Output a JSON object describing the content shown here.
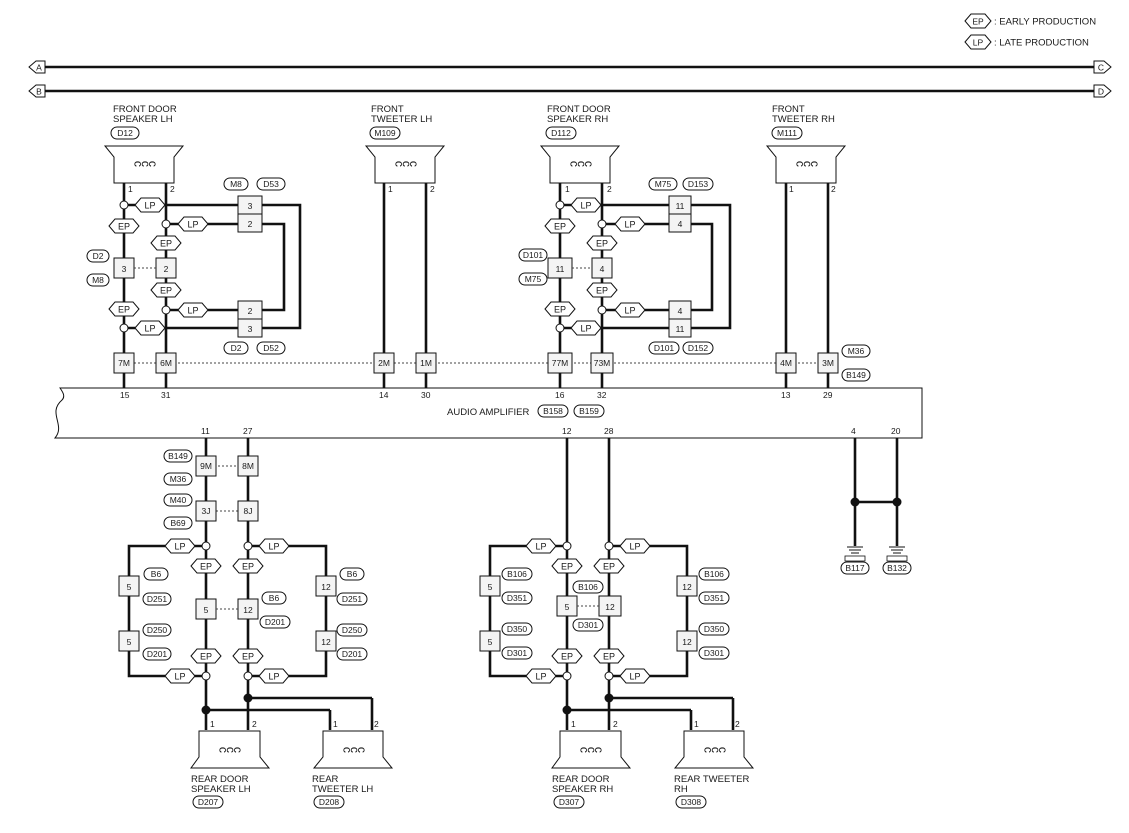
{
  "legend": [
    {
      "code": "EP",
      "text": ": EARLY PRODUCTION"
    },
    {
      "code": "LP",
      "text": ": LATE PRODUCTION"
    }
  ],
  "buses": [
    {
      "left": "A",
      "right": "C"
    },
    {
      "left": "B",
      "right": "D"
    }
  ],
  "amplifier": {
    "label": "AUDIO AMPLIFIER",
    "connectors": [
      "B158",
      "B159"
    ]
  },
  "speakers": {
    "front_door_lh": {
      "name": [
        "FRONT DOOR",
        "SPEAKER LH"
      ],
      "conn": "D12",
      "pins": [
        "1",
        "2"
      ]
    },
    "front_tweeter_lh": {
      "name": [
        "FRONT",
        "TWEETER LH"
      ],
      "conn": "M109",
      "pins": [
        "1",
        "2"
      ]
    },
    "front_door_rh": {
      "name": [
        "FRONT DOOR",
        "SPEAKER RH"
      ],
      "conn": "D112",
      "pins": [
        "1",
        "2"
      ]
    },
    "front_tweeter_rh": {
      "name": [
        "FRONT",
        "TWEETER RH"
      ],
      "conn": "M111",
      "pins": [
        "1",
        "2"
      ]
    },
    "rear_door_lh": {
      "name": [
        "REAR DOOR",
        "SPEAKER LH"
      ],
      "conn": "D207",
      "pins": [
        "1",
        "2"
      ]
    },
    "rear_tweeter_lh": {
      "name": [
        "REAR",
        "TWEETER LH"
      ],
      "conn": "D208",
      "pins": [
        "1",
        "2"
      ]
    },
    "rear_door_rh": {
      "name": [
        "REAR DOOR",
        "SPEAKER RH"
      ],
      "conn": "D307",
      "pins": [
        "1",
        "2"
      ]
    },
    "rear_tweeter_rh": {
      "name": [
        "REAR TWEETER",
        "RH"
      ],
      "conn": "D308",
      "pins": [
        "1",
        "2"
      ]
    }
  },
  "amp_top_pins": [
    "15",
    "31",
    "14",
    "30",
    "16",
    "32",
    "13",
    "29"
  ],
  "amp_bottom_pins": [
    "11",
    "27",
    "12",
    "28",
    "4",
    "20"
  ],
  "top_joint": {
    "terminals": [
      "7M",
      "6M",
      "2M",
      "1M",
      "77M",
      "73M",
      "4M",
      "3M"
    ],
    "conns": [
      "M36",
      "B149"
    ]
  },
  "fl_sub": {
    "upper_conns": [
      "M8",
      "D53"
    ],
    "upper_terms": [
      "3",
      "2"
    ],
    "mid_conns": [
      "D2",
      "M8"
    ],
    "mid_terms": [
      "3",
      "2"
    ],
    "lower_terms": [
      "2",
      "3"
    ],
    "lower_conns": [
      "D2",
      "D52"
    ]
  },
  "fr_sub": {
    "upper_conns": [
      "M75",
      "D153"
    ],
    "upper_terms": [
      "11",
      "4"
    ],
    "mid_conns": [
      "D101",
      "M75"
    ],
    "mid_terms": [
      "11",
      "4"
    ],
    "lower_terms": [
      "4",
      "11"
    ],
    "lower_conns": [
      "D101",
      "D152"
    ]
  },
  "rl_joint": {
    "conns": [
      "B149",
      "M36",
      "M40",
      "B69"
    ],
    "terms": [
      "9M",
      "8M",
      "3J",
      "8J"
    ]
  },
  "rl_sub": {
    "left_terms": [
      "5",
      "5"
    ],
    "left_conns": [
      "B6",
      "D251",
      "D250",
      "D201"
    ],
    "mid_terms": [
      "5",
      "12"
    ],
    "mid_conns": [
      "B6",
      "D201"
    ],
    "right_terms": [
      "12",
      "12"
    ],
    "right_conns": [
      "B6",
      "D251",
      "D250",
      "D201"
    ]
  },
  "rr_sub": {
    "left_terms": [
      "5",
      "5"
    ],
    "left_conns": [
      "B106",
      "D351",
      "D350",
      "D301"
    ],
    "mid_terms": [
      "5",
      "12"
    ],
    "mid_conns": [
      "B106",
      "D301"
    ],
    "right_terms": [
      "12",
      "12"
    ],
    "right_conns": [
      "B106",
      "D351",
      "D350",
      "D301"
    ]
  },
  "grounds": [
    "B117",
    "B132"
  ]
}
